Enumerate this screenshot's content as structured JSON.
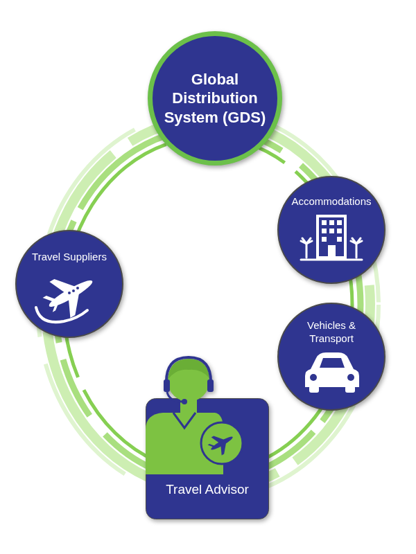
{
  "diagram": {
    "nodes": [
      {
        "text": [
          "Global Distribution System (GDS)"
        ]
      },
      {
        "text": [
          "Travel Suppliers"
        ]
      },
      {
        "text": [
          "Accommodations"
        ]
      },
      {
        "text": [
          "Vehicles & Transport"
        ]
      },
      {
        "text": [
          "Travel Advisor"
        ]
      }
    ]
  }
}
